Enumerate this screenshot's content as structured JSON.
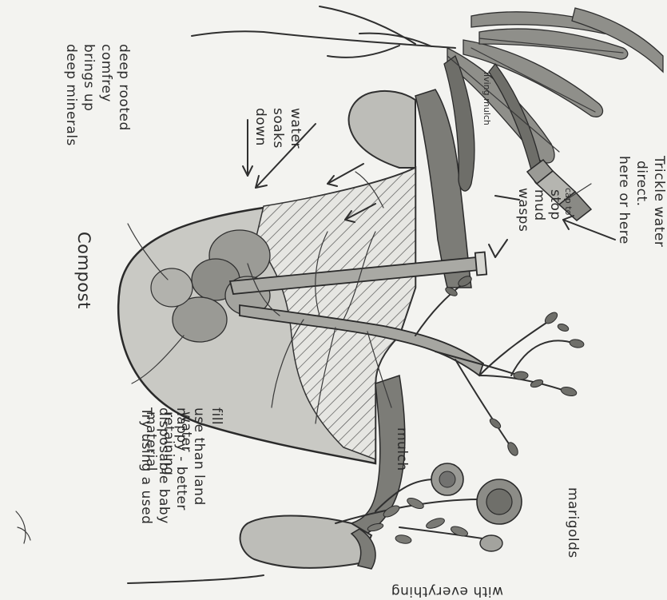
{
  "labels": {
    "deep_rooted_1": "deep rooted",
    "deep_rooted_2": "comfrey",
    "deep_rooted_3": "brings up",
    "deep_rooted_4": "deep minerals",
    "water_soaks_1": "water",
    "water_soaks_2": "soaks",
    "water_soaks_3": "down",
    "trickle_1": "Trickle water",
    "trickle_2": "direct.",
    "trickle_3": "here or here",
    "cap_1": "cap to",
    "cap_2": "stop",
    "cap_3": "mud",
    "cap_4": "wasps",
    "compost": "Compost",
    "living_mulch": "living mulch",
    "water_retaining_1": "water",
    "water_retaining_2": "retaining",
    "water_retaining_3": "material",
    "nappy_1": "Try using a used",
    "nappy_2": "disposable baby",
    "nappy_3": "nappy - better",
    "nappy_4": "use than land",
    "nappy_5": "fill.",
    "mulch": "mulch",
    "marigolds_1": "marigolds",
    "marigolds_2": "with everything"
  }
}
